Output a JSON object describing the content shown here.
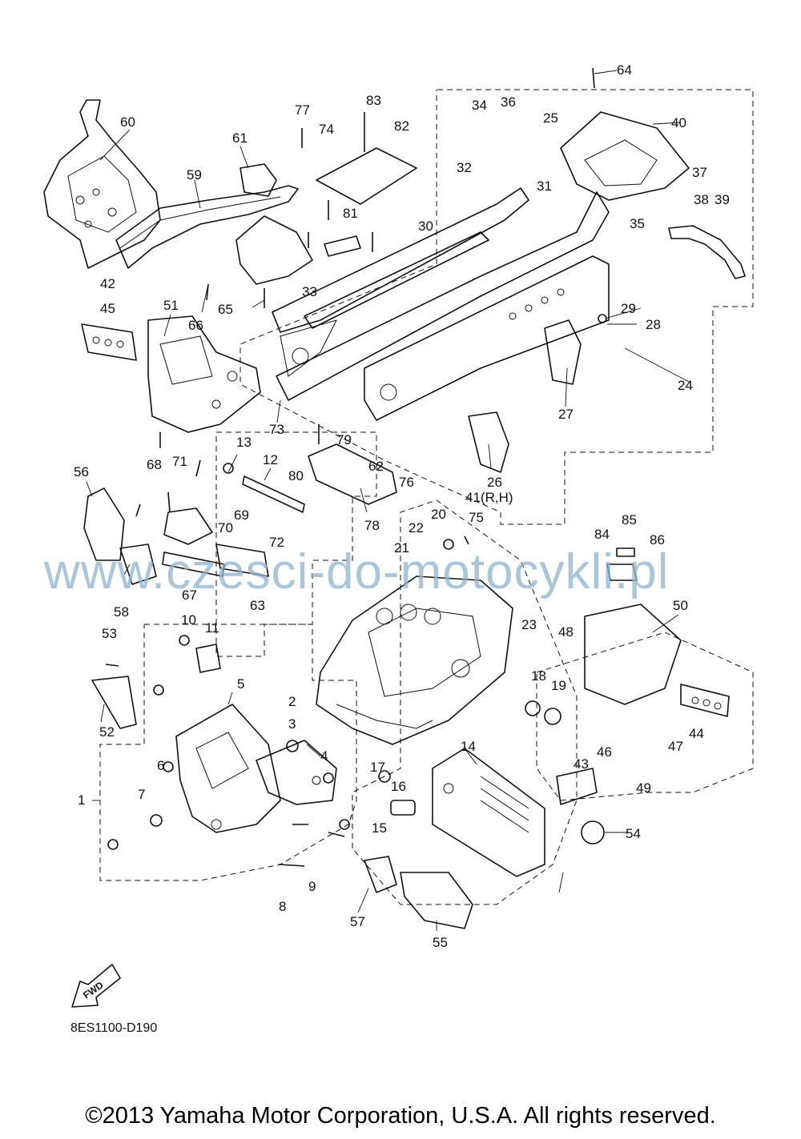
{
  "watermark": "www.czesci-do-motocykli.pl",
  "diagram_code": "8ES1100-D190",
  "fwd_label": "FWD",
  "copyright": "©2013 Yamaha Motor Corporation, U.S.A. All rights reserved.",
  "callouts": [
    "1",
    "2",
    "3",
    "4",
    "5",
    "6",
    "7",
    "8",
    "9",
    "10",
    "11",
    "12",
    "13",
    "14",
    "15",
    "16",
    "17",
    "18",
    "19",
    "20",
    "21",
    "22",
    "23",
    "24",
    "25",
    "26",
    "27",
    "28",
    "29",
    "30",
    "31",
    "32",
    "33",
    "34",
    "35",
    "36",
    "37",
    "38",
    "39",
    "40",
    "41(R,H)",
    "42",
    "43",
    "44",
    "45",
    "46",
    "47",
    "48",
    "49",
    "50",
    "51",
    "52",
    "53",
    "54",
    "55",
    "56",
    "57",
    "58",
    "59",
    "60",
    "61",
    "62",
    "63",
    "64",
    "65",
    "66",
    "67",
    "68",
    "69",
    "70",
    "71",
    "72",
    "73",
    "74",
    "75",
    "76",
    "77",
    "78",
    "79",
    "80",
    "81",
    "82",
    "83",
    "84",
    "85",
    "86"
  ],
  "colors": {
    "watermark": "#8fb4cf",
    "line": "#111111",
    "background": "#ffffff"
  }
}
